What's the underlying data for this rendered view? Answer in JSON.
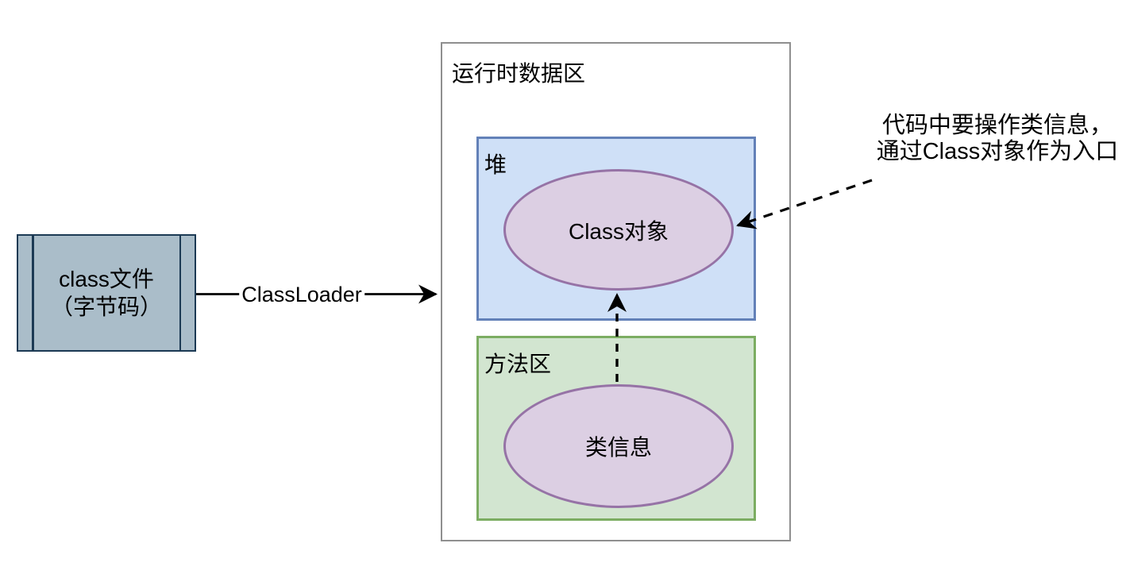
{
  "diagram": {
    "class_file": {
      "line1": "class文件",
      "line2": "（字节码）"
    },
    "classloader_edge": {
      "label": "ClassLoader"
    },
    "runtime_area": {
      "label": "运行时数据区"
    },
    "heap": {
      "label": "堆"
    },
    "class_object": {
      "label": "Class对象"
    },
    "method_area": {
      "label": "方法区"
    },
    "class_info": {
      "label": "类信息"
    },
    "annotation": {
      "line1": "代码中要操作类信息，",
      "line2": "通过Class对象作为入口"
    }
  },
  "colors": {
    "class_file_fill": "#aabdc9",
    "class_file_border": "#1c3a54",
    "runtime_border": "#8f8f8f",
    "heap_fill": "#cfe0f7",
    "heap_border": "#6381b8",
    "method_fill": "#d2e5d0",
    "method_border": "#7cad62",
    "ellipse_fill": "#dccfe3",
    "ellipse_border": "#9673a6",
    "connector": "#000000"
  }
}
